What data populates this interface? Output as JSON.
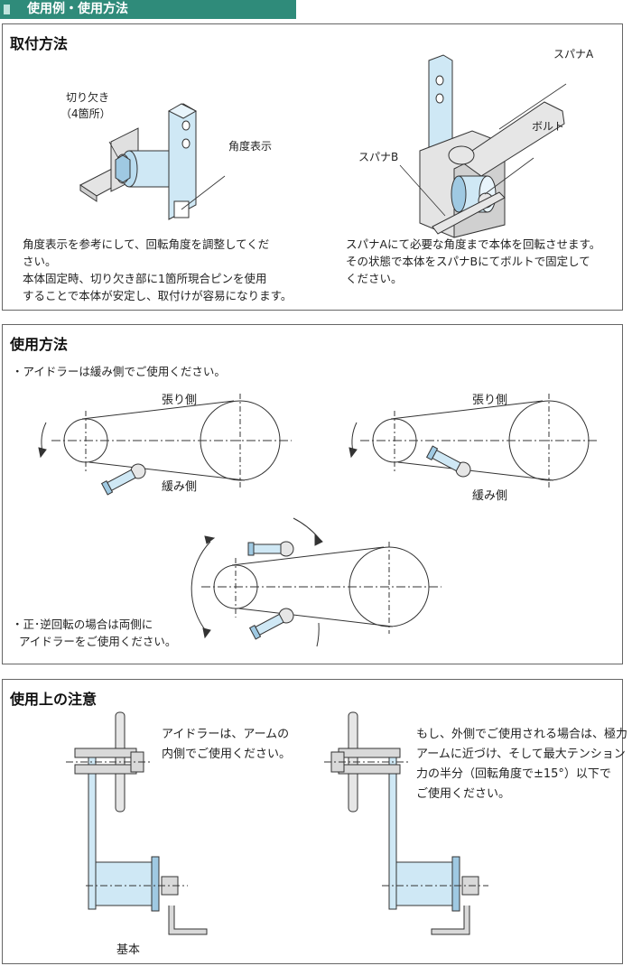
{
  "header": {
    "title": "使用例・使用方法"
  },
  "mounting": {
    "title": "取付方法",
    "notch_label_1": "切り欠き",
    "notch_label_2": "（4箇所）",
    "angle_label": "角度表示",
    "wrench_a_label": "スパナA",
    "bolt_label": "ボルト",
    "wrench_b_label": "スパナB",
    "left_text": "角度表示を参考にして、回転角度を調整してくだ\nさい。\n本体固定時、切り欠き部に1箇所現合ピンを使用\nすることで本体が安定し、取付けが容易になります。",
    "right_text": "スパナAにて必要な角度まで本体を回転させます。\nその状態で本体をスパナBにてボルトで固定して\nください。"
  },
  "usage": {
    "title": "使用方法",
    "note_1": "・アイドラーは緩み側でご使用ください。",
    "tension_side": "張り側",
    "slack_side": "緩み側",
    "note_2": "・正･逆回転の場合は両側に\n  アイドラーをご使用ください。"
  },
  "caution": {
    "title": "使用上の注意",
    "left_text": "アイドラーは、アームの\n内側でご使用ください。",
    "right_text": "もし、外側でご使用される場合は、極力\nアームに近づけ、そして最大テンション\n力の半分（回転角度で±15°）以下で\nご使用ください。",
    "basic_label": "基本"
  },
  "colors": {
    "header_bg": "#2f8b7a",
    "part_blue": "#cfe8f5",
    "part_gray": "#d9d9d9"
  }
}
